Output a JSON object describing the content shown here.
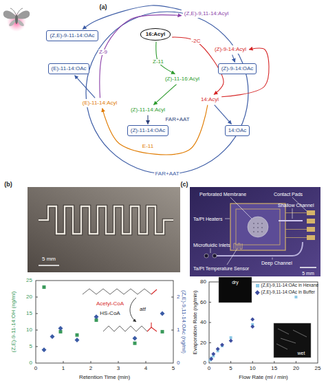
{
  "diagram": {
    "nodes": [
      {
        "text": [
          "(Z,E)-9,11-14:Acyl"
        ]
      },
      {
        "text": [
          "16:Acyl"
        ]
      },
      {
        "text": [
          "(Z,E)-9-11-14:OAc"
        ]
      },
      {
        "text": [
          "(Z)-9-14:Acyl"
        ]
      },
      {
        "text": [
          "(E)-11-14:OAc"
        ]
      },
      {
        "text": [
          "(Z)-9-14:OAc"
        ]
      },
      {
        "text": [
          "(Z)-11-16:Acyl"
        ]
      },
      {
        "text": [
          "14:Acyl"
        ]
      },
      {
        "text": [
          "(E)-11-14:Acyl"
        ]
      },
      {
        "text": [
          "(Z)-11-14:Acyl"
        ]
      },
      {
        "text": [
          "(Z)-11-14:OAc"
        ]
      },
      {
        "text": [
          "14:OAc"
        ]
      }
    ],
    "edges": [
      {
        "from": 1,
        "to": 6,
        "label": "Z-11",
        "arrow": "to"
      },
      {
        "from": 1,
        "to": 7,
        "label": "-2C",
        "arrow": "to"
      },
      {
        "from": 6,
        "to": 9,
        "arrow": "to"
      },
      {
        "from": 7,
        "to": 3,
        "arrow": "to"
      },
      {
        "from": 3,
        "to": 5,
        "arrow": "to"
      },
      {
        "from": 7,
        "to": 11,
        "arrow": "to"
      },
      {
        "from": 7,
        "to": 8,
        "label": "E-11",
        "arrow": "to"
      },
      {
        "from": 9,
        "to": 10,
        "label": "FAR+AAT",
        "arrow": "to"
      },
      {
        "from": 8,
        "to": 4,
        "arrow": "to"
      },
      {
        "from": 8,
        "to": 0,
        "label": "Z-9",
        "arrow": "to"
      },
      {
        "from": 0,
        "to": 2,
        "arrow": "to"
      }
    ],
    "labels": [
      "(a)",
      "FAR+AAT",
      "(b)",
      "(c)",
      "Perforated Membrane",
      "Contact Pads",
      "Shallow Channel",
      "Ta/Pt Heaters",
      "Microfluidic Inlets",
      "Ta/Pt Temperature Sensor",
      "Deep Channel",
      "5 mm",
      "5 mm",
      "Acetyl-CoA",
      "HS-CoA",
      "atf",
      "25",
      "20",
      "15",
      "10",
      "5",
      "0",
      "2",
      "1",
      "0",
      "0",
      "1",
      "2",
      "3",
      "4",
      "5",
      "(Z,E)-9-11-14:OH (ng/ml)",
      "(Z,E)-9,11-14:OAc (ng/ml)",
      "Retention Time (min)",
      "dry",
      "wet",
      "80",
      "60",
      "40",
      "20",
      "0",
      "0",
      "5",
      "10",
      "15",
      "20",
      "25",
      "Evaporation Rate (ng/min)",
      "Flow Rate (ml / min)"
    ],
    "legend": [
      {
        "text": "(Z,E)-9,11-14:OAc in Hexane",
        "color": "#8ecae6"
      },
      {
        "text": "(Z,E)-9,11-14:OAc in Buffer",
        "color": "#3f4fa0"
      }
    ]
  }
}
